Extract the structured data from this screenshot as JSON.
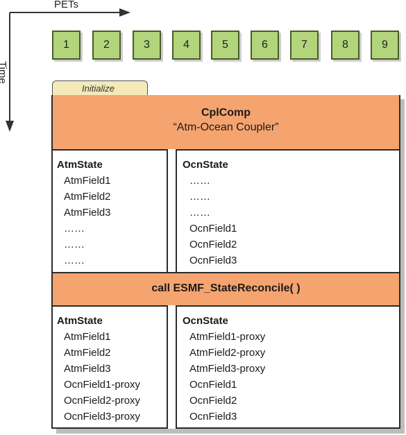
{
  "axes": {
    "pets_label": "PETs",
    "time_label": "Time"
  },
  "pets": [
    "1",
    "2",
    "3",
    "4",
    "5",
    "6",
    "7",
    "8",
    "9"
  ],
  "initialize_tab": "Initialize",
  "cplcomp": {
    "title": "CplComp",
    "subtitle": "“Atm-Ocean Coupler”"
  },
  "before": {
    "atm": {
      "title": "AtmState",
      "items": [
        "AtmField1",
        "AtmField2",
        "AtmField3",
        "……",
        "……",
        "……"
      ]
    },
    "ocn": {
      "title": "OcnState",
      "items": [
        "……",
        "……",
        "……",
        "OcnField1",
        "OcnField2",
        "OcnField3"
      ]
    }
  },
  "reconcile_call": "call ESMF_StateReconcile( )",
  "after": {
    "atm": {
      "title": "AtmState",
      "items": [
        "AtmField1",
        "AtmField2",
        "AtmField3",
        "OcnField1-proxy",
        "OcnField2-proxy",
        "OcnField3-proxy"
      ]
    },
    "ocn": {
      "title": "OcnState",
      "items": [
        "AtmField1-proxy",
        "AtmField2-proxy",
        "AtmField3-proxy",
        "OcnField1",
        "OcnField2",
        "OcnField3"
      ]
    }
  },
  "colors": {
    "pet_fill": "#b2d57b",
    "band_fill": "#f5a46f",
    "tab_fill": "#f3e9b9"
  }
}
